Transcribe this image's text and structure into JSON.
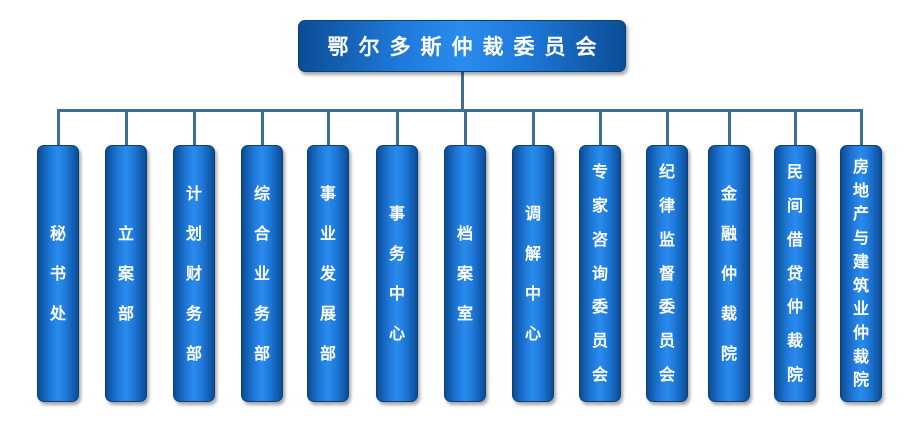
{
  "diagram": {
    "type": "org-chart",
    "root": {
      "label": "鄂尔多斯仲裁委员会"
    },
    "children": [
      {
        "id": "mishuchu",
        "label": "秘书处"
      },
      {
        "id": "lianbu",
        "label": "立案部"
      },
      {
        "id": "jihuacaiwubu",
        "label": "计划财务部"
      },
      {
        "id": "zongheyewubu",
        "label": "综合业务部"
      },
      {
        "id": "shiyefazhanbu",
        "label": "事业发展部"
      },
      {
        "id": "shiwuzhongxin",
        "label": "事务中心"
      },
      {
        "id": "danganshi",
        "label": "档案室"
      },
      {
        "id": "tiaojiezhongxin",
        "label": "调解中心"
      },
      {
        "id": "zhuanjiazixun",
        "label": "专家咨询委员会"
      },
      {
        "id": "jilvjiandu",
        "label": "纪律监督委员会"
      },
      {
        "id": "jinrongzhongcai",
        "label": "金融仲裁院"
      },
      {
        "id": "minjianjiedai",
        "label": "民间借贷仲裁院"
      },
      {
        "id": "fangdichan",
        "label": "房地产与建筑业仲裁院"
      }
    ],
    "colors": {
      "box_dark": "#0c4c96",
      "box_light": "#2a8cee",
      "connector": "#3d6f93",
      "text": "#ffffff"
    }
  }
}
